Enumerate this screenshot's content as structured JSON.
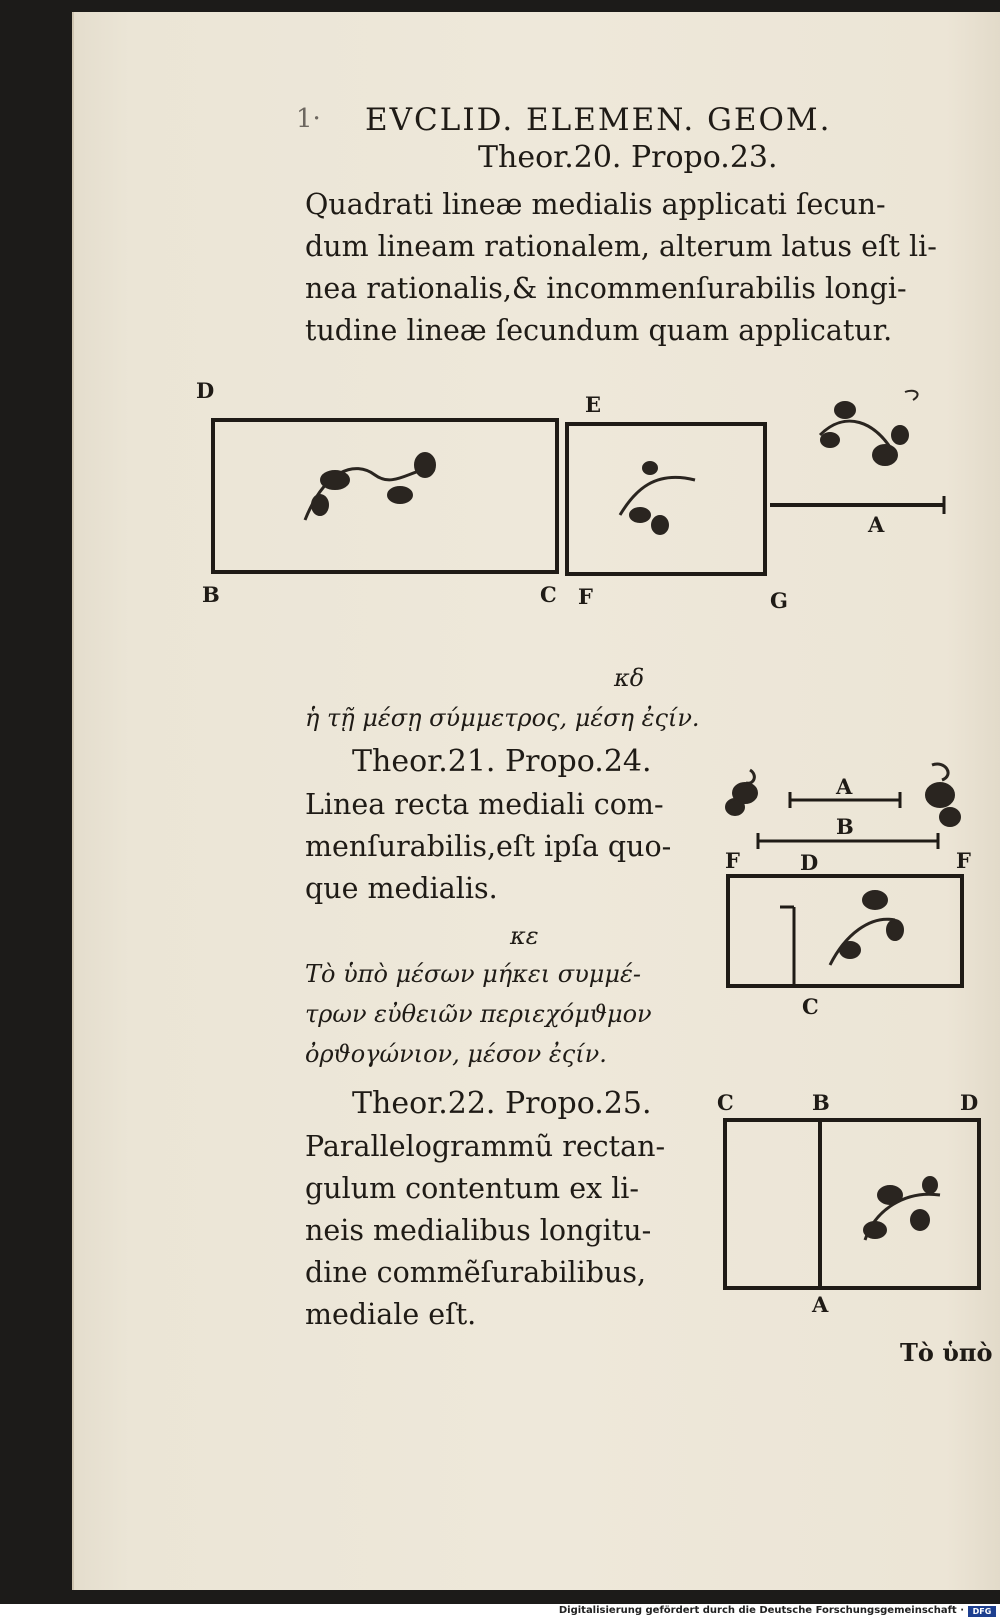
{
  "header": {
    "running_title": "EVCLID.  ELEMEN.   GEOM.",
    "margin_mark": "1·"
  },
  "prop23": {
    "title": "Theor.20. Propo.23.",
    "lines": [
      "Quadrati lineæ medialis applicati ſecun-",
      "dum lineam rationalem, alterum latus eſt li-",
      "nea rationalis,& incommenſurabilis longi-",
      "tudine lineæ ſecundum quam applicatur."
    ],
    "figure_labels": {
      "d": "D",
      "b": "B",
      "c": "C",
      "e": "E",
      "f": "F",
      "g": "G",
      "a": "A"
    }
  },
  "prop23_greek": {
    "numeral": "κδ",
    "text": "ἡ τῇ μέσῃ σύμμετρος, μέση ἐςίν."
  },
  "prop24": {
    "title": "Theor.21. Propo.24.",
    "lines": [
      "Linea recta mediali com-",
      "menſurabilis,eſt ipſa quo-",
      "que medialis."
    ],
    "greek_numeral": "κε",
    "greek_lines": [
      "Τὸ ὑπὸ μέσων μήκει συμμέ-",
      "τρων εὐθειῶν περιεχόμϑμον",
      "ὀρϑογώνιον, μέσον ἐςίν."
    ],
    "figure_labels": {
      "a": "A",
      "b": "B",
      "f1": "F",
      "d": "D",
      "f2": "F",
      "c": "C"
    }
  },
  "prop25": {
    "title": "Theor.22. Propo.25.",
    "lines": [
      "Parallelogrammũ rectan-",
      "gulum contentum ex li-",
      "neis medialibus longitu-",
      "dine commẽſurabilibus,",
      "mediale eſt."
    ],
    "figure_labels": {
      "c": "C",
      "b": "B",
      "d": "D",
      "a": "A"
    }
  },
  "catchword": "Τὸ ὑπὸ",
  "footer": {
    "text": "Digitalisierung gefördert durch die Deutsche Forschungsgemeinschaft ·",
    "badge": "DFG"
  }
}
